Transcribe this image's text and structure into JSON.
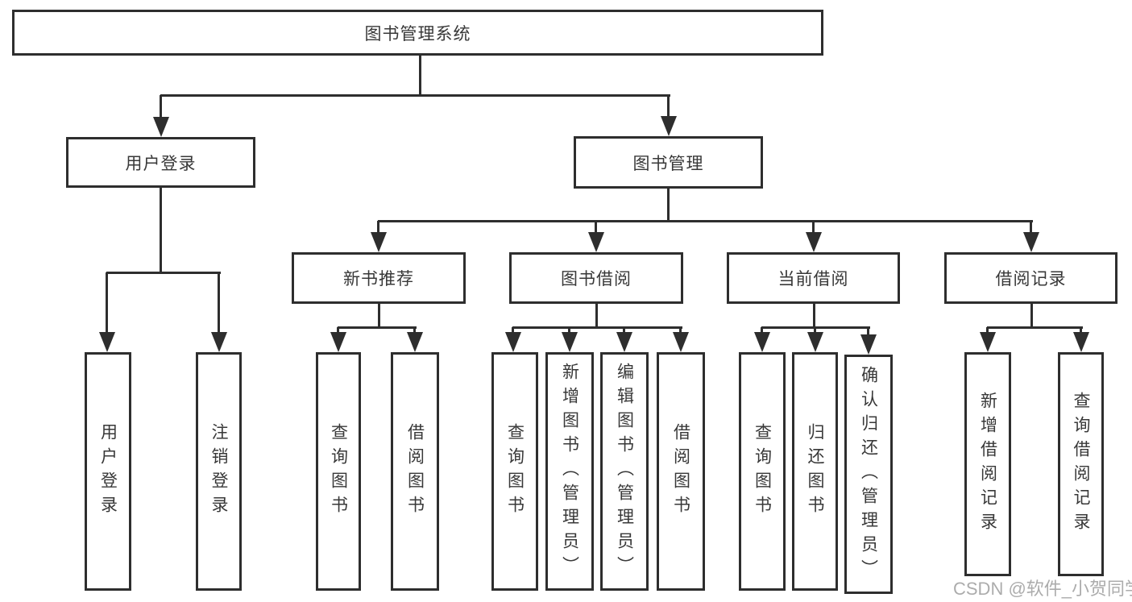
{
  "diagram": {
    "title": "图书管理系统",
    "branches": [
      {
        "label": "用户登录",
        "children": [
          {
            "label": "用户登录"
          },
          {
            "label": "注销登录"
          }
        ]
      },
      {
        "label": "图书管理",
        "children": [
          {
            "label": "新书推荐",
            "children": [
              {
                "label": "查询图书"
              },
              {
                "label": "借阅图书"
              }
            ]
          },
          {
            "label": "图书借阅",
            "children": [
              {
                "label": "查询图书"
              },
              {
                "label": "新增图书（管理员）"
              },
              {
                "label": "编辑图书（管理员）"
              },
              {
                "label": "借阅图书"
              }
            ]
          },
          {
            "label": "当前借阅",
            "children": [
              {
                "label": "查询图书"
              },
              {
                "label": "归还图书"
              },
              {
                "label": "确认归还（管理员）"
              }
            ]
          },
          {
            "label": "借阅记录",
            "children": [
              {
                "label": "新增借阅记录"
              },
              {
                "label": "查询借阅记录"
              }
            ]
          }
        ]
      }
    ]
  },
  "watermark": {
    "text": "CSDN @软件_小贺同学"
  },
  "colors": {
    "line": "#2e2e2e",
    "text": "#383838",
    "watermark": "#a8a8a8",
    "background": "#ffffff"
  }
}
